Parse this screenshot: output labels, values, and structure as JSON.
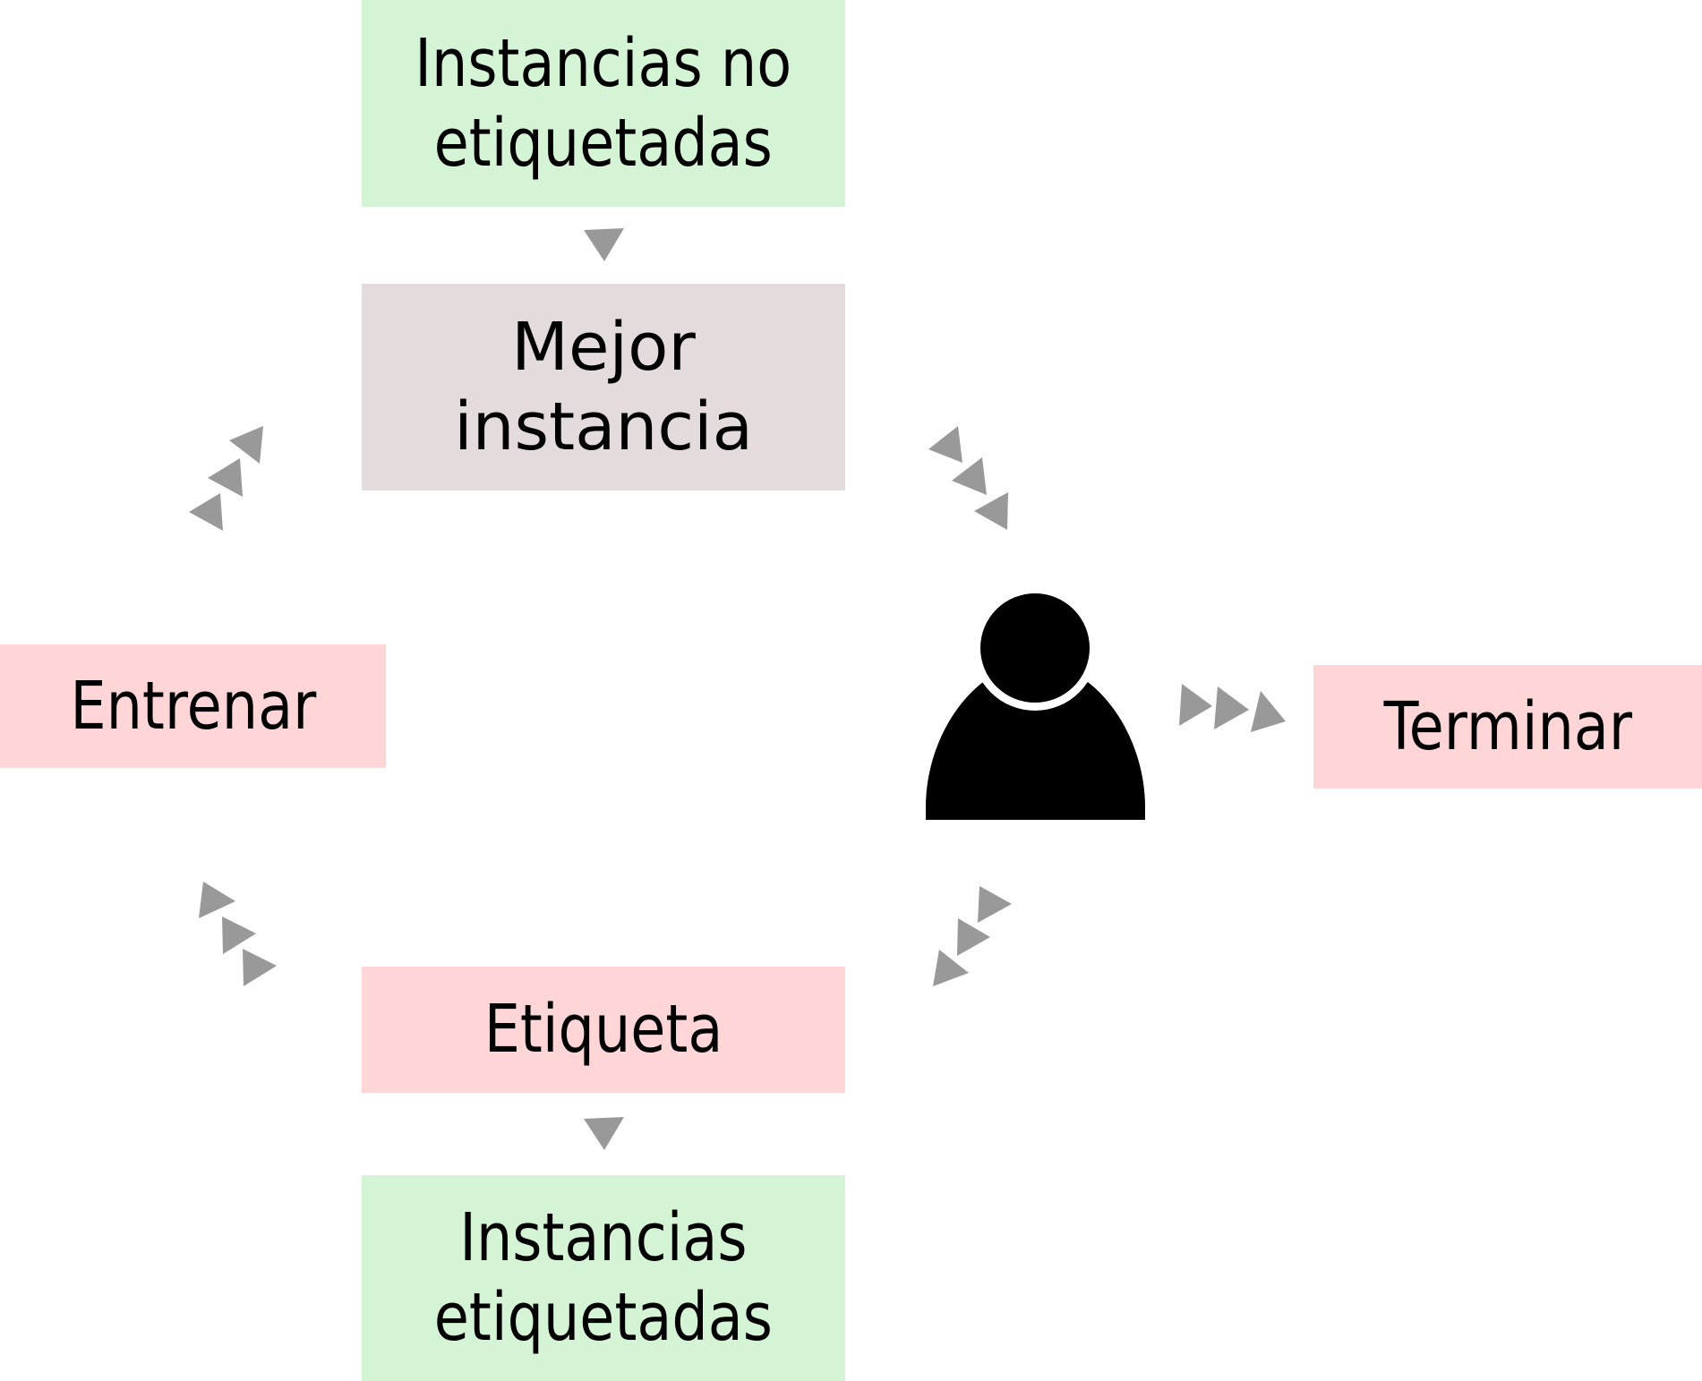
{
  "colors": {
    "green": "#d5f4d6",
    "grey": "#e3dbdc",
    "pink": "#ffd6d8",
    "arrow": "#999999",
    "icon": "#000000"
  },
  "nodes": {
    "unlabeled": {
      "line1": "Instancias no",
      "line2": "etiquetadas"
    },
    "best": {
      "line1": "Mejor",
      "line2": "instancia"
    },
    "train": {
      "label": "Entrenar"
    },
    "finish": {
      "label": "Terminar"
    },
    "label": {
      "label": "Etiqueta"
    },
    "labeled": {
      "line1": "Instancias",
      "line2": "etiquetadas"
    }
  },
  "icons": {
    "user": "person-icon",
    "arrow": "triangle-arrow-icon"
  }
}
